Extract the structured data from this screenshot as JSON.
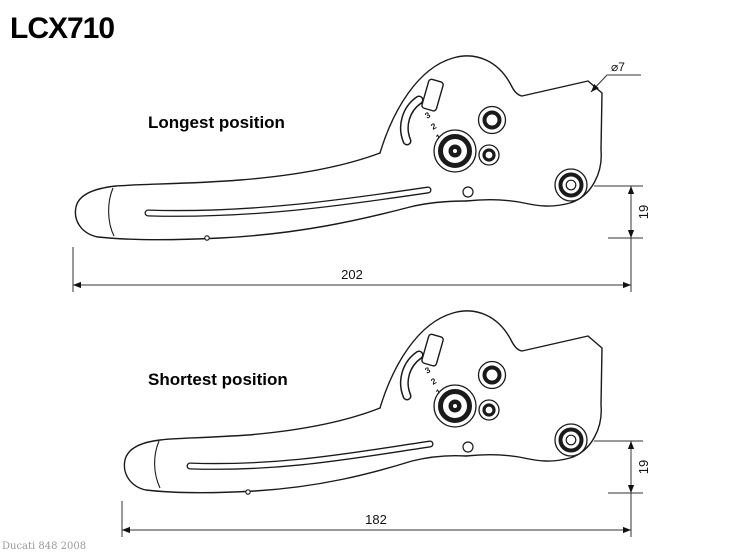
{
  "title": "LCX710",
  "watermark": "Ducati 848 2008",
  "adjuster_marks": [
    "3",
    "2",
    "1"
  ],
  "diagrams": {
    "long": {
      "label": "Longest position",
      "length": "202",
      "height": "19",
      "hole_dia": "⌀7"
    },
    "short": {
      "label": "Shortest position",
      "length": "182",
      "height": "19"
    }
  }
}
